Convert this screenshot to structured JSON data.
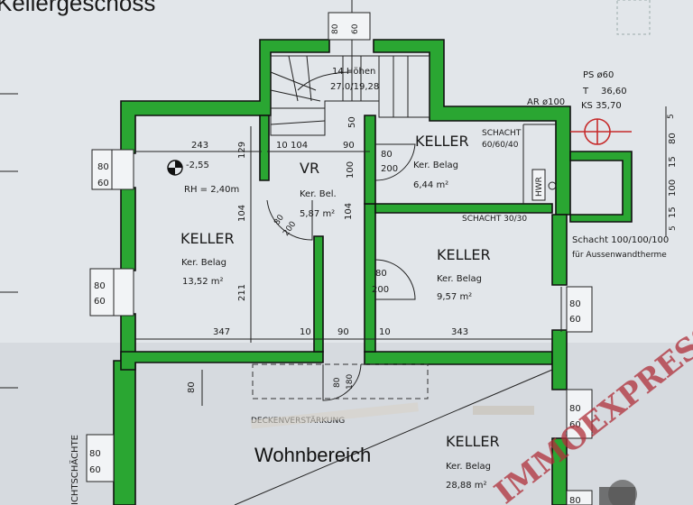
{
  "title": "Kellergeschoss",
  "stairs": {
    "text1": "14 Höhen",
    "text2": "27,0/19,28",
    "width1": "80",
    "width2": "60"
  },
  "rooms": [
    {
      "name": "KELLER",
      "finish": "Ker. Belag",
      "area": "13,52 m²"
    },
    {
      "name": "VR",
      "finish": "Ker. Bel.",
      "area": "5,87 m²"
    },
    {
      "name": "KELLER",
      "finish": "Ker. Belag",
      "area": "6,44 m²"
    },
    {
      "name": "KELLER",
      "finish": "Ker. Belag",
      "area": "9,57 m²"
    },
    {
      "name": "KELLER",
      "finish": "Ker. Belag",
      "area": "28,88 m²"
    }
  ],
  "level": {
    "value": "-2,55",
    "rh": "RH = 2,40m"
  },
  "dimensions": {
    "top_left": "243",
    "d129": "129",
    "d10a": "10",
    "d104a": "104",
    "d90a": "90",
    "d50": "50",
    "d100a": "100",
    "d104b": "104",
    "d104c": "104",
    "d211": "211",
    "b347": "347",
    "b10a": "10",
    "b90": "90",
    "b10b": "10",
    "b343": "343",
    "d80v": "80"
  },
  "doors": [
    {
      "w": "80",
      "h": "200"
    },
    {
      "w": "80",
      "h": "200"
    },
    {
      "w": "80",
      "h": "200"
    },
    {
      "w": "80",
      "h": "180"
    }
  ],
  "windows": [
    {
      "a": "80",
      "b": "60"
    },
    {
      "a": "80",
      "b": "60"
    },
    {
      "a": "80",
      "b": "60"
    },
    {
      "a": "80",
      "b": "60"
    },
    {
      "a": "80",
      "b": "60"
    },
    {
      "a": "80",
      "b": ""
    }
  ],
  "shafts": {
    "s1_title": "SCHACHT",
    "s1_size": "60/60/40",
    "s2": "SCHACHT 30/30",
    "s3a": "Schacht 100/100/100",
    "s3b": "für Aussenwandtherme",
    "hwr": "HWR"
  },
  "services": {
    "ps": "PS ø60",
    "t": "T",
    "t_val": "36,60",
    "ks": "KS 35,70",
    "ar": "AR ø100"
  },
  "right_dims": {
    "r1": "5",
    "r2": "80",
    "r3": "15",
    "r4": "100",
    "r5": "15",
    "r6": "5"
  },
  "notes": {
    "deckenverstaerkung": "DECKENVERSTÄRKUNG",
    "wohnbereich": "Wohnbereich",
    "side": "ICHTSCHÄCHTE"
  },
  "watermark": "IMMOEXPRESS"
}
